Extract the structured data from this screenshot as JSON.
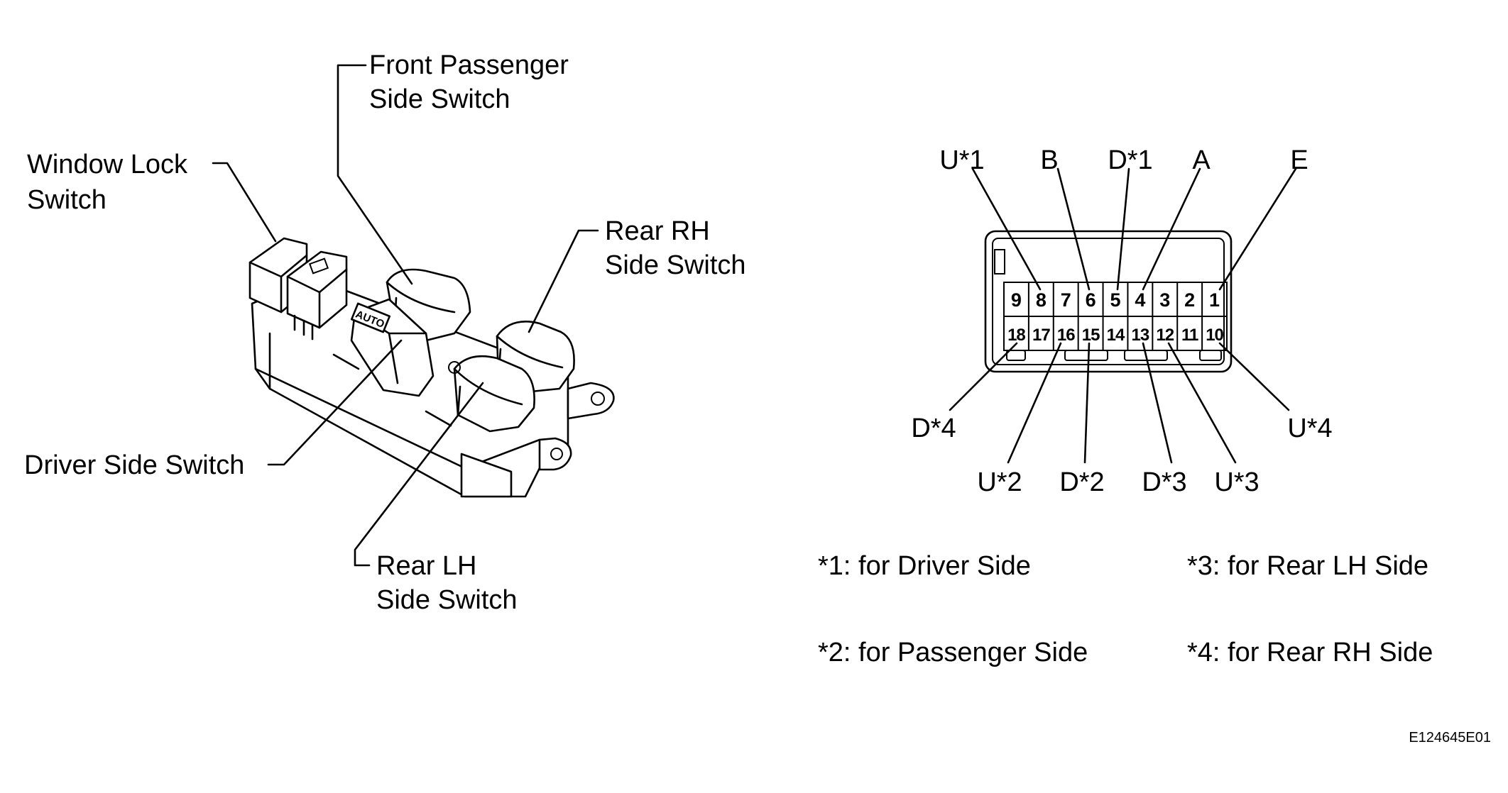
{
  "switch_labels": {
    "window_lock_line1": "Window Lock",
    "window_lock_line2": "Switch",
    "front_passenger_line1": "Front Passenger",
    "front_passenger_line2": "Side Switch",
    "rear_rh_line1": "Rear RH",
    "rear_rh_line2": "Side Switch",
    "driver_side": "Driver Side Switch",
    "rear_lh_line1": "Rear LH",
    "rear_lh_line2": "Side Switch",
    "auto_button": "AUTO"
  },
  "connector": {
    "top_terminals": [
      "U*1",
      "B",
      "D*1",
      "A",
      "E"
    ],
    "bottom_terminals": [
      "D*4",
      "U*2",
      "D*2",
      "D*3",
      "U*3",
      "U*4"
    ],
    "pins_row1": [
      "9",
      "8",
      "7",
      "6",
      "5",
      "4",
      "3",
      "2",
      "1"
    ],
    "pins_row2": [
      "18",
      "17",
      "16",
      "15",
      "14",
      "13",
      "12",
      "11",
      "10"
    ]
  },
  "notes": {
    "n1": "*1: for Driver Side",
    "n2": "*2: for Passenger Side",
    "n3": "*3: for Rear LH Side",
    "n4": "*4: for Rear RH Side"
  },
  "figure_code": "E124645E01"
}
